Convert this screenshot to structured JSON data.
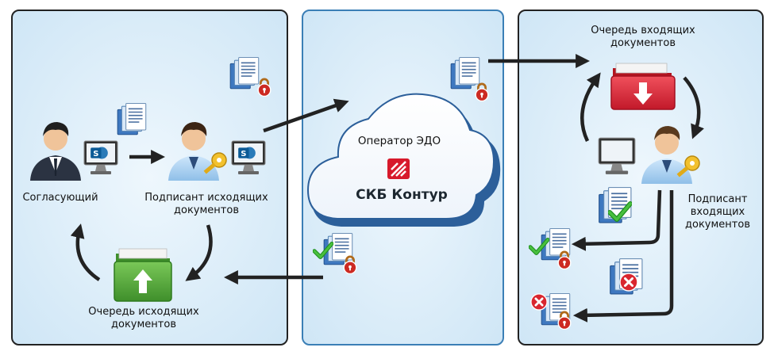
{
  "left_panel": {
    "approver_label": "Согласующий",
    "signer_label": "Подписант исходящих документов",
    "queue_label": "Очередь исходящих документов"
  },
  "middle_panel": {
    "operator_label": "Оператор ЭДО",
    "brand_label": "СКБ Контур"
  },
  "right_panel": {
    "queue_label": "Очередь входящих документов",
    "signer_label": "Подписант входящих документов"
  },
  "colors": {
    "panel_bg": "#dcebf7",
    "middle_border": "#3b7fb6",
    "green_folder": "#58a83c",
    "red_folder": "#e0283a",
    "check_green": "#2aa82a",
    "reject_red": "#d9262f",
    "lock_red": "#cc2a22",
    "brand_red": "#d7192b"
  }
}
